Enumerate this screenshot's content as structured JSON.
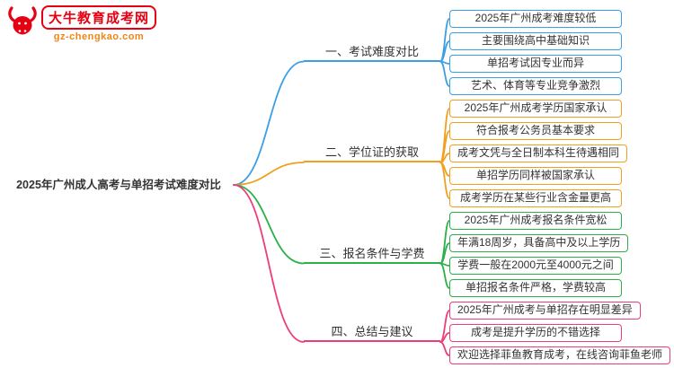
{
  "logo": {
    "title": "大牛教育成考网",
    "url": "gz-chengkao.com",
    "icon": "bull-icon",
    "red": "#e60012",
    "orange": "#f08519"
  },
  "root": {
    "label": "2025年广州成人高考与单招考试难度对比"
  },
  "branches": [
    {
      "label": "一、考试难度对比",
      "color": "#3b9fe6",
      "children": [
        "2025年广州成考难度较低",
        "主要围绕高中基础知识",
        "单招考试因专业而异",
        "艺术、体育等专业竞争激烈"
      ]
    },
    {
      "label": "二、学位证的获取",
      "color": "#f0a01e",
      "children": [
        "2025年广州成考学历国家承认",
        "符合报考公务员基本要求",
        "成考文凭与全日制本科生待遇相同",
        "单招学历同样被国家承认",
        "成考学历在某些行业含金量更高"
      ]
    },
    {
      "label": "三、报名条件与学费",
      "color": "#2cb14a",
      "children": [
        "2025年广州成考报名条件宽松",
        "年满18周岁，具备高中及以上学历",
        "学费一般在2000元至4000元之间",
        "单招报名条件严格，学费较高"
      ]
    },
    {
      "label": "四、总结与建议",
      "color": "#ee3e77",
      "children": [
        "2025年广州成考与单招存在明显差异",
        "成考是提升学历的不错选择",
        "欢迎选择菲鱼教育成考，在线咨询菲鱼老师"
      ]
    }
  ]
}
